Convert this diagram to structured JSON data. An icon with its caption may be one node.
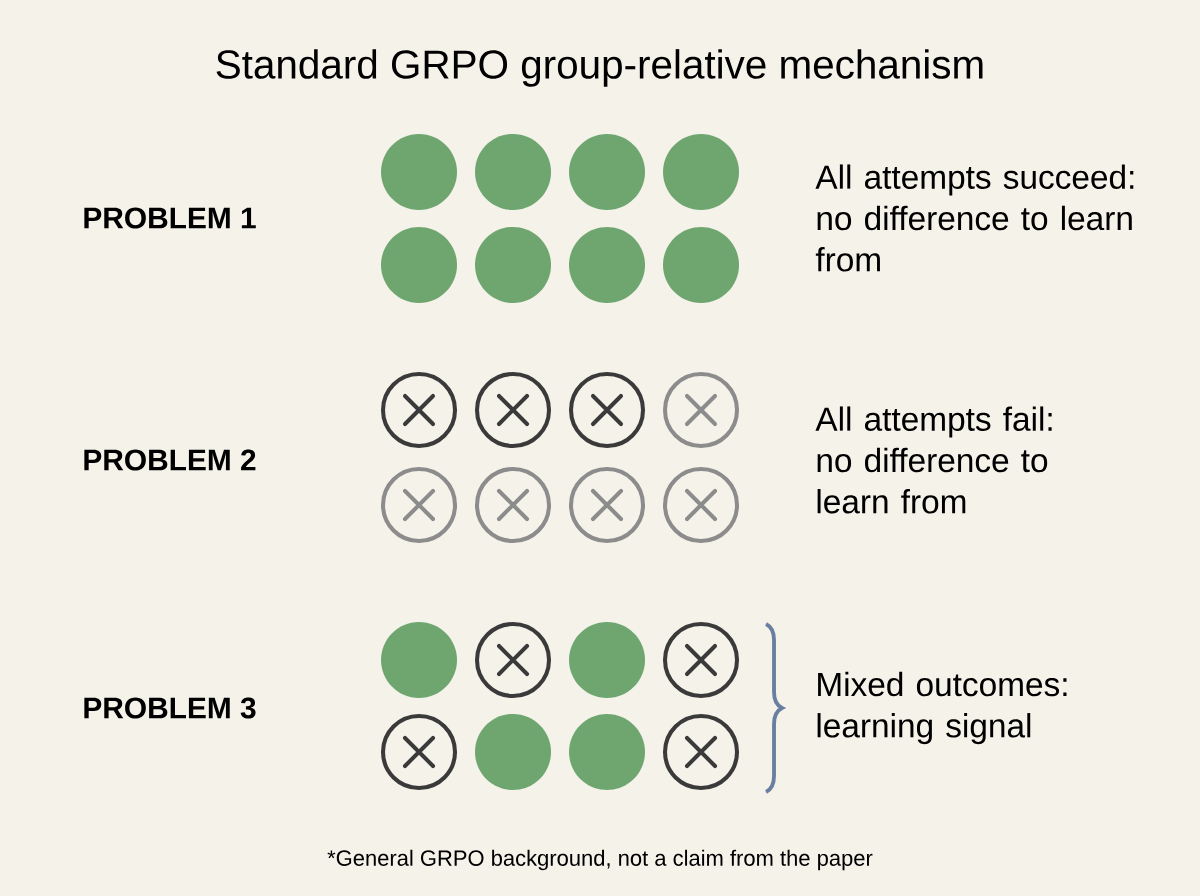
{
  "diagram": {
    "title": "Standard GRPO group-relative mechanism",
    "caption": "*General GRPO background, not a claim from the paper",
    "nodes": [
      {
        "text": [],
        "shape": "circle"
      },
      {
        "text": [],
        "shape": "circle"
      },
      {
        "text": [],
        "shape": "circle"
      },
      {
        "text": [],
        "shape": "circle"
      },
      {
        "text": [],
        "shape": "circle"
      },
      {
        "text": [],
        "shape": "circle"
      },
      {
        "text": [],
        "shape": "circle"
      },
      {
        "text": [],
        "shape": "circle"
      },
      {
        "text": [],
        "shape": "cross"
      },
      {
        "text": [],
        "shape": "cross"
      },
      {
        "text": [],
        "shape": "cross"
      },
      {
        "text": [],
        "shape": "cross"
      },
      {
        "text": [],
        "shape": "cross"
      },
      {
        "text": [],
        "shape": "cross"
      },
      {
        "text": [],
        "shape": "cross"
      },
      {
        "text": [],
        "shape": "cross"
      },
      {
        "text": [],
        "shape": "circle"
      },
      {
        "text": [],
        "shape": "cross"
      },
      {
        "text": [],
        "shape": "circle"
      },
      {
        "text": [],
        "shape": "cross"
      },
      {
        "text": [],
        "shape": "cross"
      },
      {
        "text": [],
        "shape": "circle"
      },
      {
        "text": [],
        "shape": "circle"
      },
      {
        "text": [],
        "shape": "cross"
      }
    ],
    "labels": [
      "PROBLEM 1",
      "All attempts succeed: no difference to learn from",
      "PROBLEM 2",
      "All attempts fail: no difference to learn from",
      "PROBLEM 3",
      "Mixed outcomes: learning signal"
    ]
  }
}
